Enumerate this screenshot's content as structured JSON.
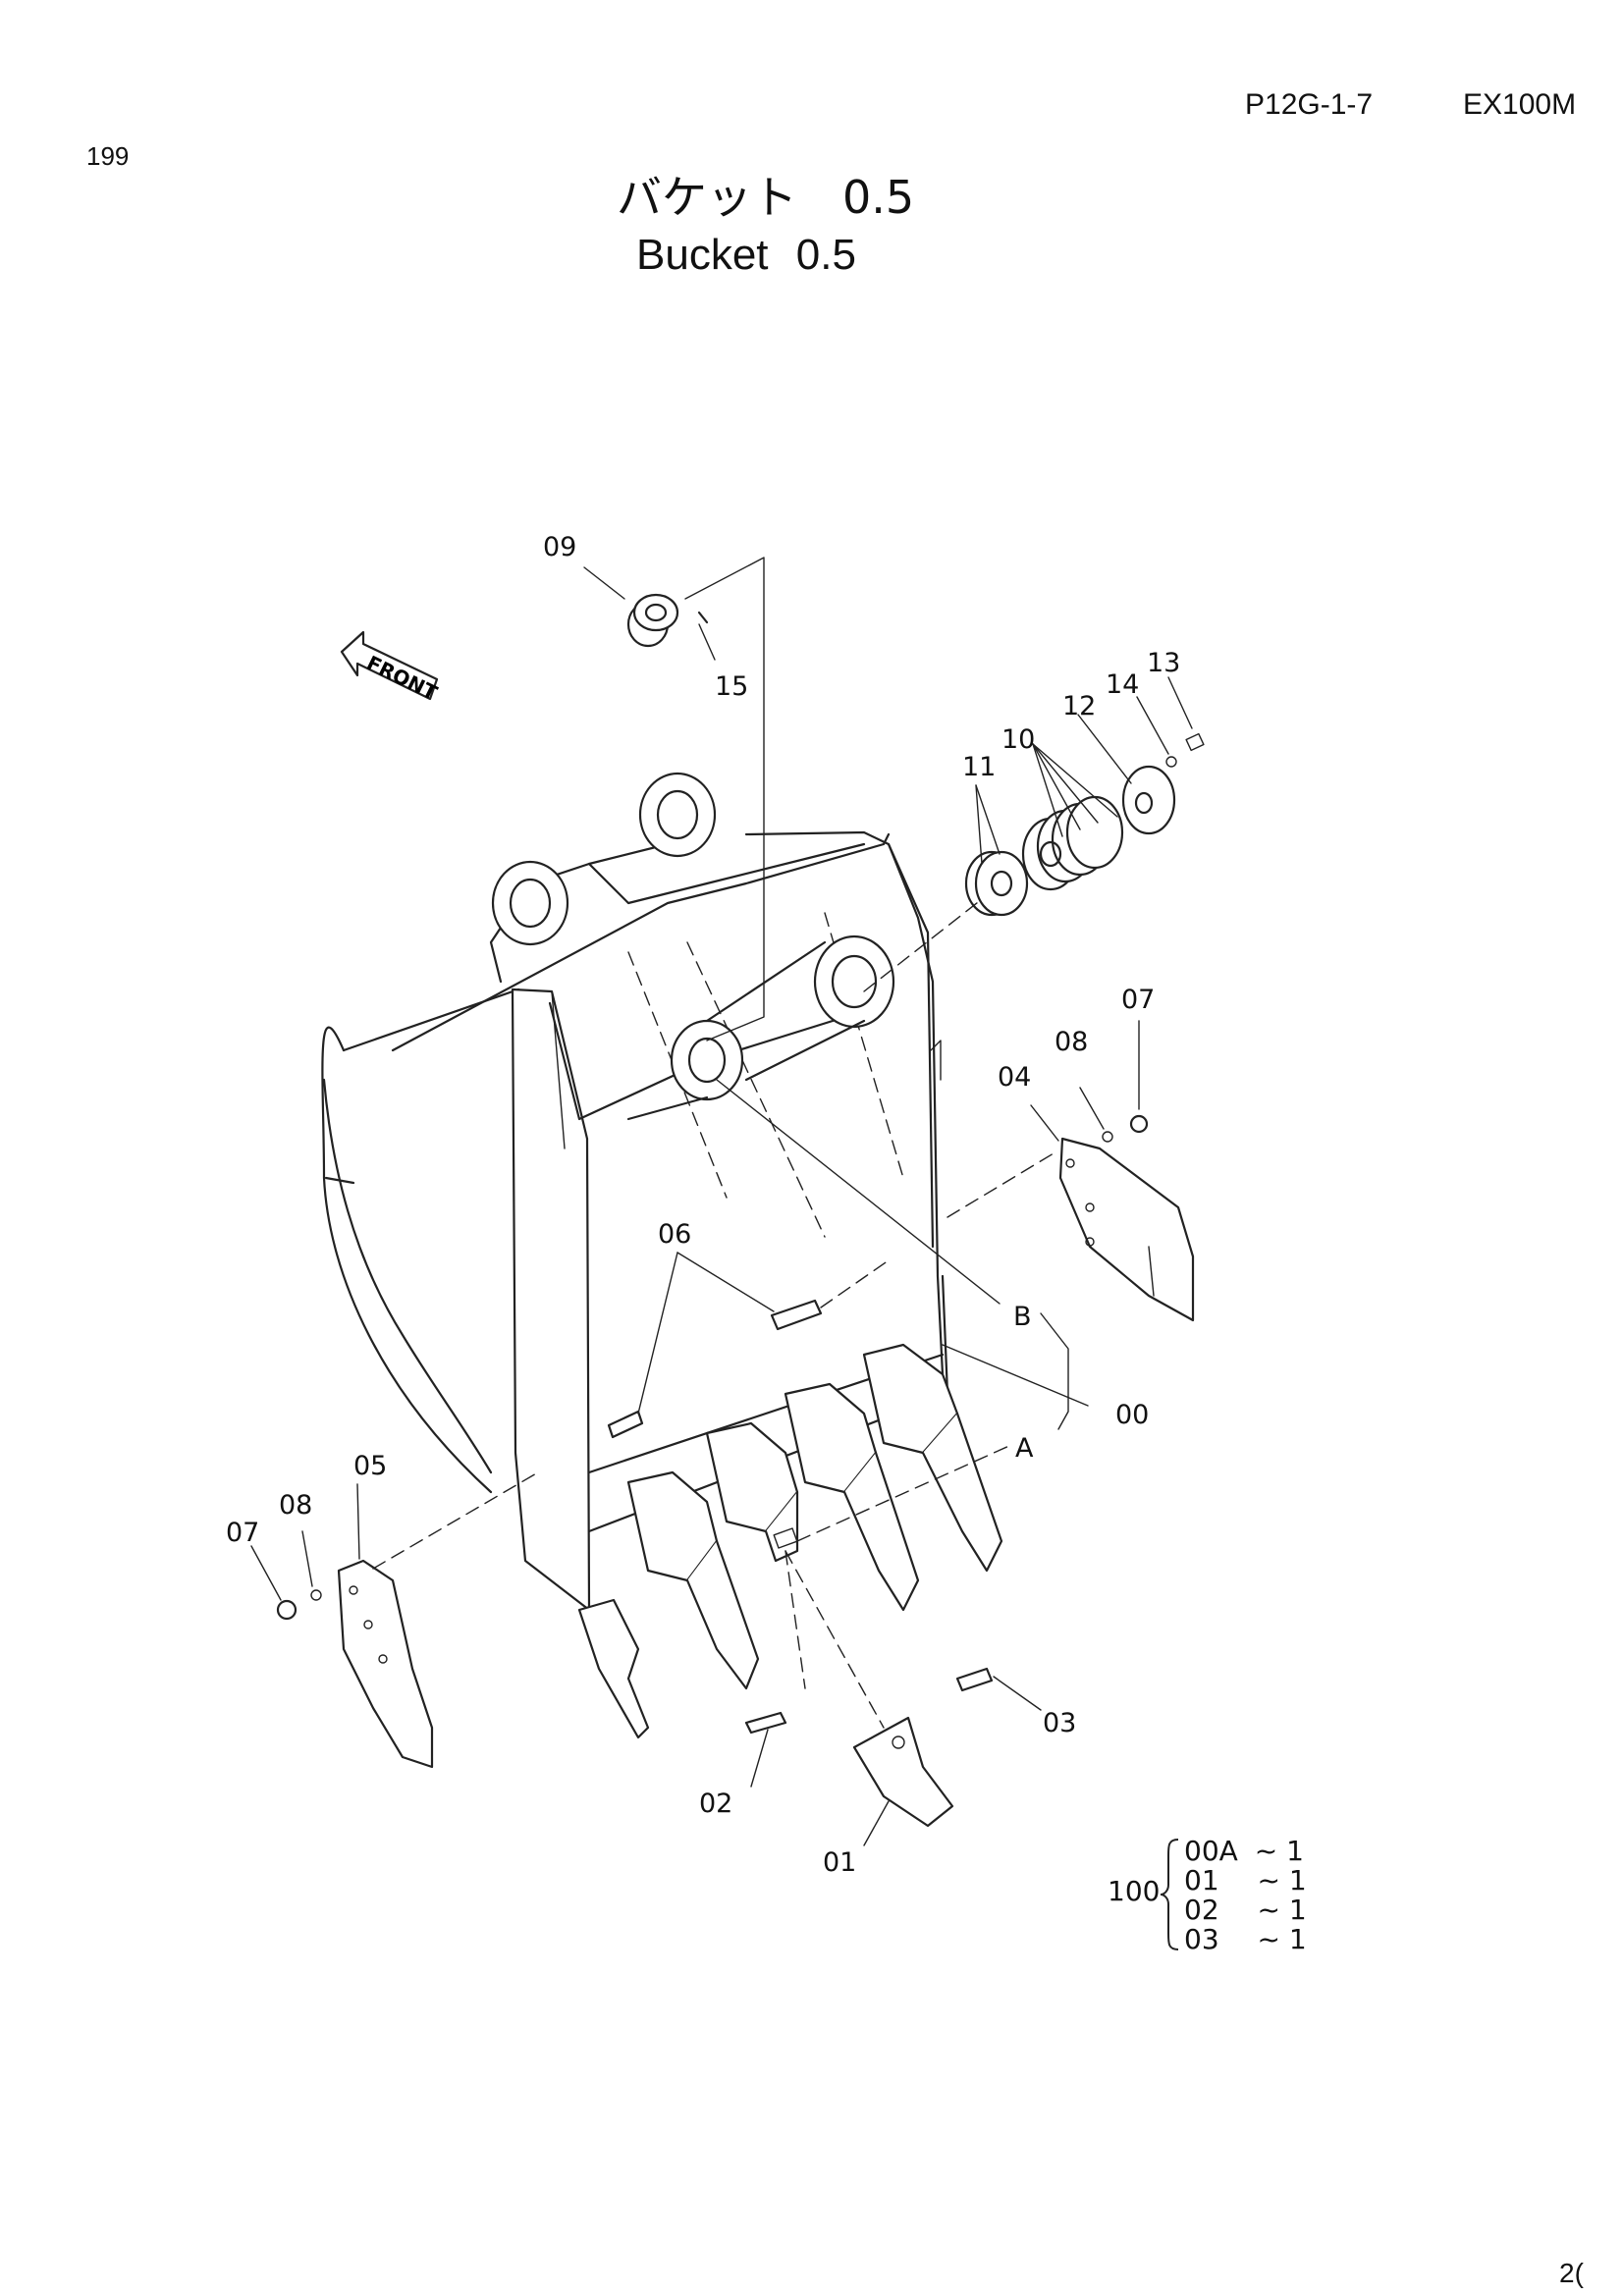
{
  "header": {
    "page_code": "P12G-1-7",
    "model": "EX100M",
    "page_number": "199",
    "corner_number": "2("
  },
  "title": {
    "japanese": "バケット　0.5",
    "english_word": "Bucket",
    "english_value": "0.5"
  },
  "front_indicator": "FRONT",
  "callouts": {
    "p00": "00",
    "p01": "01",
    "p02": "02",
    "p03": "03",
    "p04": "04",
    "p05": "05",
    "p06": "06",
    "p07a": "07",
    "p07b": "07",
    "p08a": "08",
    "p08b": "08",
    "p09": "09",
    "p10": "10",
    "p11": "11",
    "p12": "12",
    "p13": "13",
    "p14": "14",
    "p15": "15",
    "refA": "A",
    "refB": "B"
  },
  "kit": {
    "number": "100",
    "items": [
      {
        "part": "00A",
        "qty": "~ 1"
      },
      {
        "part": "01",
        "qty": "~ 1"
      },
      {
        "part": "02",
        "qty": "~ 1"
      },
      {
        "part": "03",
        "qty": "~ 1"
      }
    ]
  }
}
